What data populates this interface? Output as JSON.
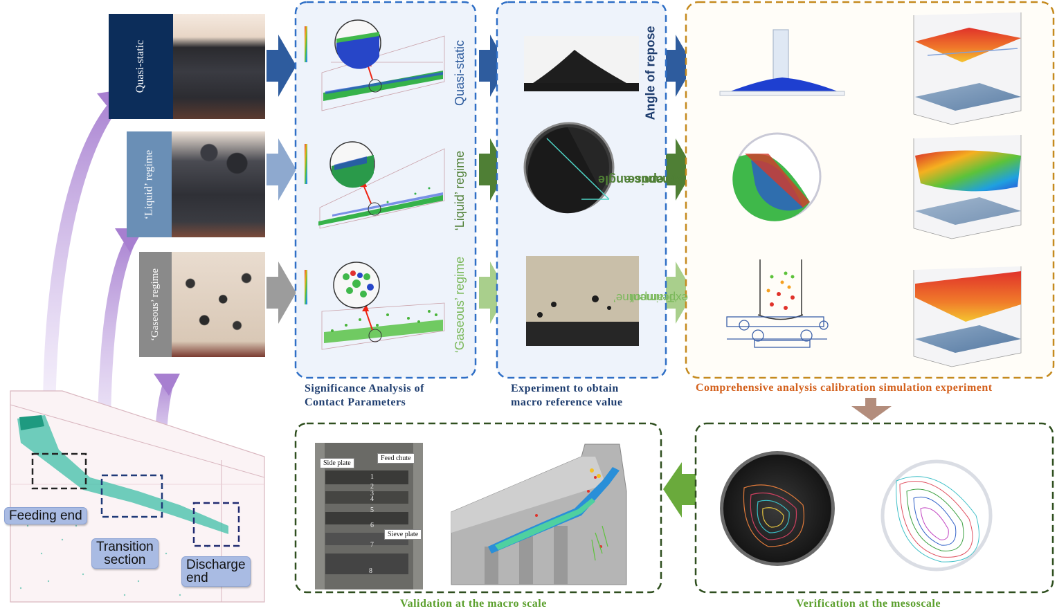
{
  "regimes": {
    "quasi_static": "Quasi-static",
    "liquid": "‘Liquid’ regime",
    "gaseous": "‘Gaseous’ regime"
  },
  "sensitivity_labels": {
    "quasi_static": "Quasi-static",
    "liquid": "‘Liquid’ regime",
    "gaseous": "‘Gaseous’ regime"
  },
  "experiments": {
    "angle_of_repose": "Angle of repose",
    "dynamic_line1": "Dynamic angle",
    "dynamic_line2": "of repose",
    "trampoline_line1": "‘Trampoline’",
    "trampoline_line2": "experiment"
  },
  "captions": {
    "significance_line1": "Significance Analysis of",
    "significance_line2": "Contact Parameters",
    "experiment_line1": "Experiment to obtain",
    "experiment_line2": "macro reference value",
    "comprehensive": "Comprehensive analysis calibration simulation experiment",
    "macro": "Validation at the macro scale",
    "meso": "Verification at the mesoscale"
  },
  "screen_sections": {
    "feeding": "Feeding end",
    "transition_line1": "Transition",
    "transition_line2": "section",
    "discharge_line1": "Discharge",
    "discharge_line2": "end"
  },
  "photo_labels": {
    "side_plate": "Side plate",
    "feed_chute": "Feed chute",
    "sieve_plate": "Sieve plate",
    "numbers": [
      "1",
      "2",
      "3",
      "4",
      "5",
      "6",
      "7",
      "8"
    ]
  },
  "colors": {
    "navy": "#0c2d5a",
    "steel_blue": "#6a8fb6",
    "gray": "#8a8a8a",
    "blue_arrow": "#2e5c9e",
    "green_arrow": "#4f7f35",
    "light_green_arrow": "#a9cf8c",
    "purple_arrow": "#b08cd0",
    "panel_border_blue": "#2f6fc6",
    "panel_border_orange": "#c58a1e",
    "panel_border_green": "#2f4f1f",
    "caption_blue": "#1d3c6e",
    "caption_orange": "#d3601c",
    "caption_green": "#5a9f2c"
  }
}
